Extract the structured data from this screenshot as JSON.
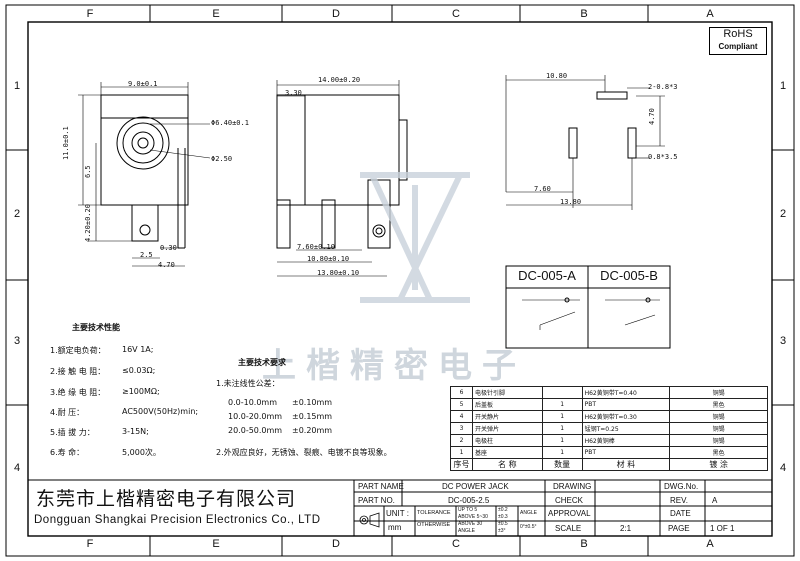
{
  "zones_top": [
    "F",
    "E",
    "D",
    "C",
    "B",
    "A"
  ],
  "zones_bottom": [
    "F",
    "E",
    "D",
    "C",
    "B",
    "A"
  ],
  "rows_left": [
    "1",
    "2",
    "3",
    "4"
  ],
  "rows_right": [
    "1",
    "2",
    "3",
    "4"
  ],
  "rohs": {
    "line1": "RoHS",
    "line2": "Compliant"
  },
  "front_view": {
    "d_width": "9.0±0.1",
    "d_hole": "Φ6.40±0.1",
    "d_pin": "Φ2.50",
    "d_height": "11.0±0.1",
    "d_center": "6.5",
    "d_pin_h": "4.20±0.20",
    "d_03": "0.30",
    "d_25": "2.5",
    "d_47": "4.70"
  },
  "side_view": {
    "d_len": "14.00±0.20",
    "d_33": "3.30",
    "d_76": "7.60±0.10",
    "d_108": "10.80±0.10",
    "d_138": "13.80±0.10"
  },
  "pcb_view": {
    "d_108": "10.80",
    "d_slot": "2-0.8*3",
    "d_47": "4.70",
    "d_slot2": "0.8*3.5",
    "d_76": "7.60",
    "d_138": "13.80"
  },
  "variants": {
    "a": "DC-005-A",
    "b": "DC-005-B"
  },
  "specs": {
    "title": "主要技术性能",
    "items": [
      {
        "label": "1.额定电负荷：",
        "value": "16V 1A;"
      },
      {
        "label": "2.接 触 电 阻：",
        "value": "≤0.03Ω;"
      },
      {
        "label": "3.绝 缘 电 阻：",
        "value": "≥100MΩ;"
      },
      {
        "label": "4.耐      压：",
        "value": "AC500V(50Hz)min;"
      },
      {
        "label": "5.插   拔   力：",
        "value": "3-15N;"
      },
      {
        "label": "6.寿      命：",
        "value": "5,000次。"
      }
    ]
  },
  "requirements": {
    "title": "主要技术要求",
    "line1": "1.未注线性公差：",
    "tolerances": [
      {
        "range": "0.0-10.0mm",
        "tol": "±0.10mm"
      },
      {
        "range": "10.0-20.0mm",
        "tol": "±0.15mm"
      },
      {
        "range": "20.0-50.0mm",
        "tol": "±0.20mm"
      }
    ],
    "line2": "2.外观应良好，无锈蚀、裂痕、电镀不良等现象。"
  },
  "bom": {
    "rows": [
      {
        "no": "6",
        "name": "电极针引脚",
        "qty": "",
        "mat": "H62黄铜带T=0.40",
        "finish": "铜锡"
      },
      {
        "no": "5",
        "name": "后盖板",
        "qty": "1",
        "mat": "PBT",
        "finish": "黑色"
      },
      {
        "no": "4",
        "name": "开关静片",
        "qty": "1",
        "mat": "H62黄铜带T=0.30",
        "finish": "铜锡"
      },
      {
        "no": "3",
        "name": "开关弹片",
        "qty": "1",
        "mat": "锰钢T=0.25",
        "finish": "铜锡"
      },
      {
        "no": "2",
        "name": "电极柱",
        "qty": "1",
        "mat": "H62黄铜棒",
        "finish": "铜锡"
      },
      {
        "no": "1",
        "name": "基座",
        "qty": "1",
        "mat": "PBT",
        "finish": "黑色"
      }
    ],
    "header": {
      "no": "序号",
      "name": "名 称",
      "qty": "数量",
      "mat": "材 料",
      "finish": "镀 涂"
    }
  },
  "company": {
    "cn": "东莞市上楷精密电子有限公司",
    "en": "Dongguan Shangkai Precision Electronics Co., LTD",
    "watermark": "上楷精密电子"
  },
  "title_block": {
    "part_name_label": "PART NAME",
    "part_name": "DC POWER JACK",
    "part_no_label": "PART NO.",
    "part_no": "DC-005-2.5",
    "unit_label": "UNIT :",
    "unit": "mm",
    "tolerance": "TOLERANCE",
    "otherwise": "OTHERWISE",
    "tol_rows": [
      {
        "r": "UP TO 5",
        "v": "±0.2"
      },
      {
        "r": "ABOVE 5~30",
        "v": "±0.3"
      },
      {
        "r": "ABOVE 30",
        "v": "±0.5"
      },
      {
        "r": "ANGLE",
        "v": "±3°"
      }
    ],
    "angle_label": "ANGLE",
    "angle_val": "0°±0.5°",
    "drawing": "DRAWING",
    "check": "CHECK",
    "approval": "APPROVAL",
    "scale_label": "SCALE",
    "scale": "2:1",
    "dwg_no": "DWG.No.",
    "rev_label": "REV.",
    "rev": "A",
    "date": "DATE",
    "page_label": "PAGE",
    "page": "1 OF 1"
  }
}
